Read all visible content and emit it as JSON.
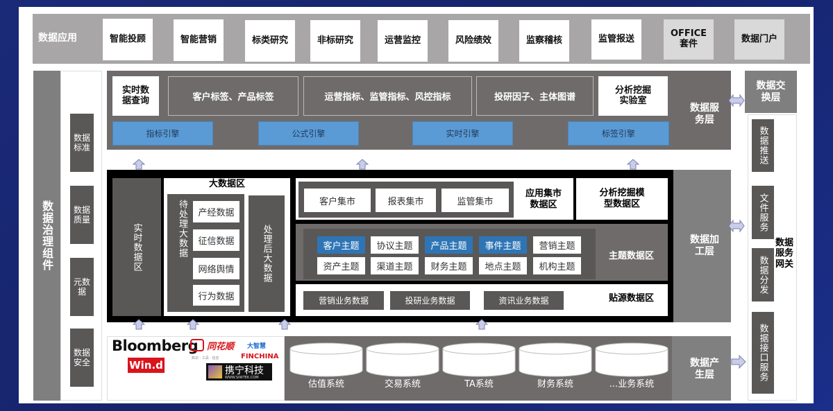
{
  "app_layer": {
    "label": "数据应用",
    "items": [
      "智能投顾",
      "智能营销",
      "标类研究",
      "非标研究",
      "运营监控",
      "风险绩效",
      "监察稽核",
      "监管报送",
      "OFFICE套件",
      "数据门户"
    ]
  },
  "governance": {
    "label": "数据治理组件",
    "items": [
      "数据标准",
      "数据质量",
      "元数据",
      "数据安全"
    ]
  },
  "service_layer": {
    "label": "数据服务层",
    "realtime_query": "实时数据查询",
    "tags": "客户标签、产品标签",
    "indicators": "运营指标、监管指标、风控指标",
    "factors": "投研因子、主体图谱",
    "lab": "分析挖掘实验室",
    "engines": [
      "指标引擎",
      "公式引擎",
      "实时引擎",
      "标签引擎"
    ]
  },
  "processing_layer": {
    "label": "数据加工层",
    "realtime_zone": "实时数据区",
    "bigdata": {
      "title": "大数据区",
      "pending": "待处理大数据",
      "processed": "处理后大数据",
      "items": [
        "产经数据",
        "征信数据",
        "网络舆情",
        "行为数据"
      ]
    },
    "app_mart": {
      "label": "应用集市数据区",
      "items": [
        "客户集市",
        "报表集市",
        "监管集市"
      ]
    },
    "mining_model": "分析挖掘模型数据区",
    "subject": {
      "label": "主题数据区",
      "items": [
        {
          "name": "客户主题",
          "highlight": true
        },
        {
          "name": "协议主题",
          "highlight": false
        },
        {
          "name": "产品主题",
          "highlight": true
        },
        {
          "name": "事件主题",
          "highlight": true
        },
        {
          "name": "营销主题",
          "highlight": false
        },
        {
          "name": "资产主题",
          "highlight": false
        },
        {
          "name": "渠道主题",
          "highlight": false
        },
        {
          "name": "财务主题",
          "highlight": false
        },
        {
          "name": "地点主题",
          "highlight": false
        },
        {
          "name": "机构主题",
          "highlight": false
        }
      ]
    },
    "source": {
      "label": "贴源数据区",
      "items": [
        "营销业务数据",
        "投研业务数据",
        "资讯业务数据"
      ]
    }
  },
  "production_layer": {
    "label": "数据产生层",
    "systems": [
      "估值系统",
      "交易系统",
      "TA系统",
      "财务系统",
      "...业务系统"
    ],
    "logos": {
      "bloomberg": "Bloomberg",
      "wind": "Win.d",
      "ths": "同花顺",
      "ths_sub": "知识 · 工具 · 信息",
      "dzh": "大智慧",
      "finchina": "FINCHINA",
      "sinitek": "携宁科技",
      "sinitek_url": "WWW.SINITEK.COM"
    }
  },
  "exchange_layer": {
    "label": "数据交换层"
  },
  "gateway": {
    "label": "数据服务网关",
    "items": [
      "数据推送",
      "文件服务",
      "数据分发",
      "数据接口服务"
    ]
  },
  "colors": {
    "blue_engine": "#5b9bd5",
    "blue_topic": "#2e75b6",
    "gray_dark": "#5a5757",
    "gray_mid": "#6f6b6b",
    "gray_light": "#a8a6a6"
  }
}
